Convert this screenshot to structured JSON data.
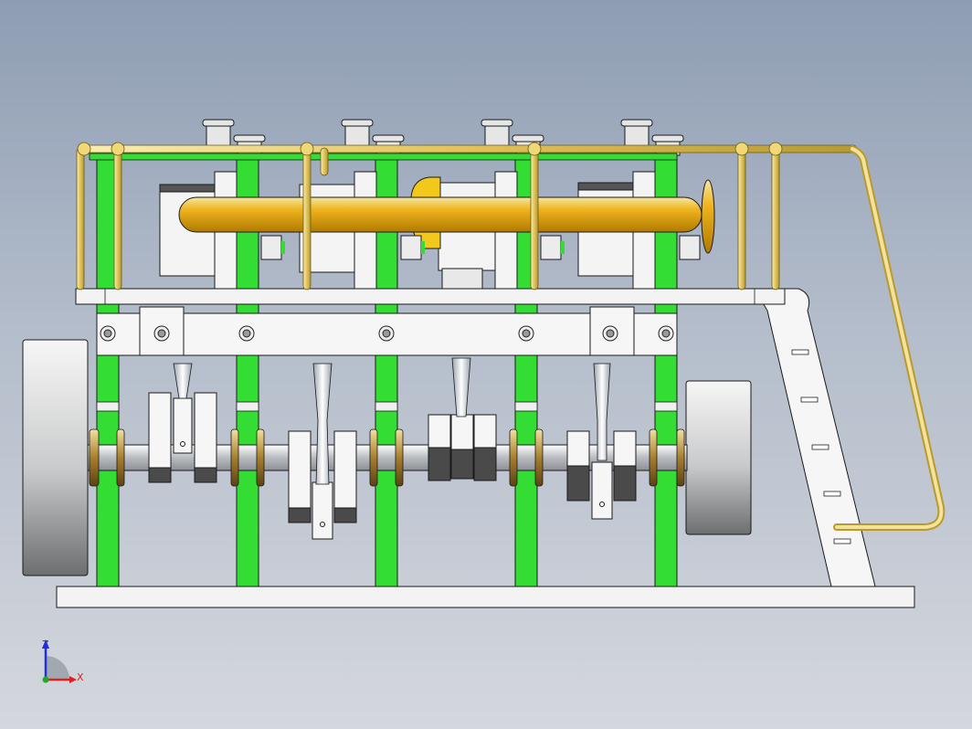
{
  "viewport": {
    "background_top": "#8e9db3",
    "background_bottom": "#d4d7dd"
  },
  "model": {
    "description_icon": "engine-assembly",
    "colors": {
      "frame_green": "#33dd33",
      "brass_pipe": "#e8cf6a",
      "camshaft_gold": "#e8a800",
      "steel_light": "#f2f2f2",
      "steel_dark": "#555555",
      "outline": "#1a1a1a"
    }
  },
  "triad": {
    "z_label": "Z",
    "x_label": "X",
    "z_color": "#1f2fe0",
    "x_color": "#e02020",
    "origin_color": "#22aa22"
  }
}
